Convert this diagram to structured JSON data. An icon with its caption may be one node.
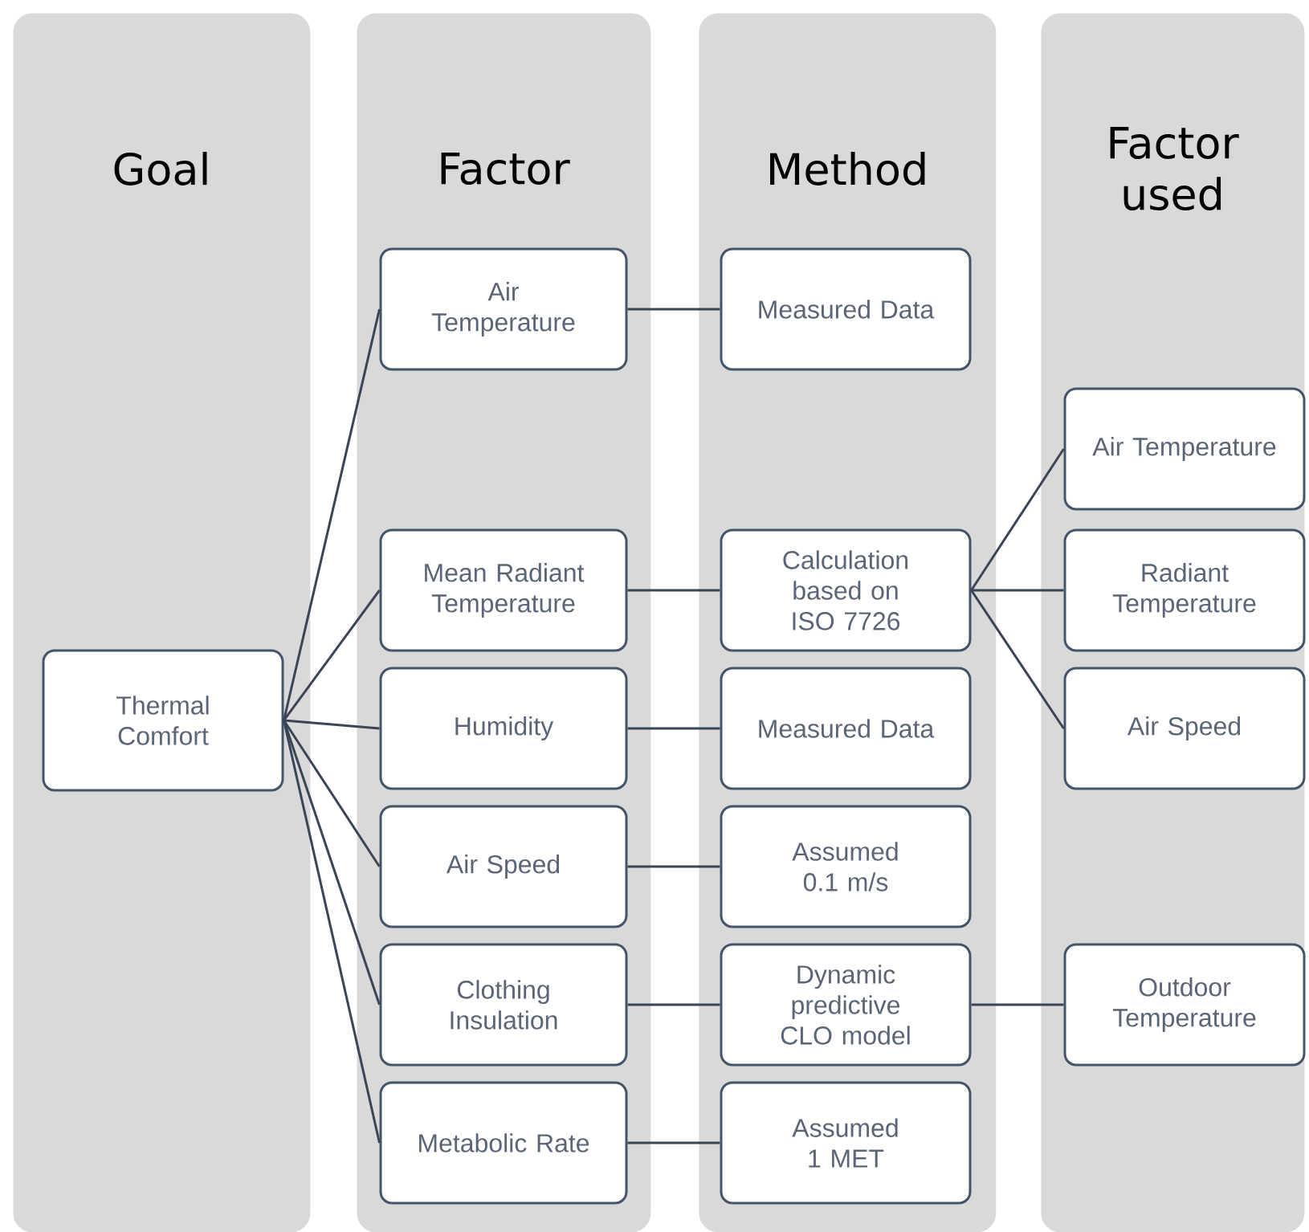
{
  "diagram": {
    "nodes": [
      {
        "text": [
          "Goal"
        ]
      },
      {
        "text": [
          "Factor"
        ]
      },
      {
        "text": [
          "Method"
        ]
      },
      {
        "text": [
          "Factor used"
        ]
      },
      {
        "text": [
          "Thermal Comfort"
        ],
        "in": 0
      },
      {
        "text": [
          "Air Temperature"
        ],
        "in": 1
      },
      {
        "text": [
          "Mean Radiant Temperature"
        ],
        "in": 1
      },
      {
        "text": [
          "Humidity"
        ],
        "in": 1
      },
      {
        "text": [
          "Air Speed"
        ],
        "in": 1
      },
      {
        "text": [
          "Clothing Insulation"
        ],
        "in": 1
      },
      {
        "text": [
          "Metabolic Rate"
        ],
        "in": 1
      },
      {
        "text": [
          "Measured Data"
        ],
        "in": 2
      },
      {
        "text": [
          "Calculation based on ISO 7726"
        ],
        "in": 2
      },
      {
        "text": [
          "Measured Data"
        ],
        "in": 2
      },
      {
        "text": [
          "Assumed 0.1 m/s"
        ],
        "in": 2
      },
      {
        "text": [
          "Dynamic predictive CLO model"
        ],
        "in": 2
      },
      {
        "text": [
          "Assumed 1 MET"
        ],
        "in": 2
      },
      {
        "text": [
          "Air Temperature"
        ],
        "in": 3
      },
      {
        "text": [
          "Radiant Temperature"
        ],
        "in": 3
      },
      {
        "text": [
          "Air Speed"
        ],
        "in": 3
      },
      {
        "text": [
          "Outdoor Temperature"
        ],
        "in": 3
      }
    ],
    "edges": [
      {
        "from": 4,
        "to": 5,
        "arrow": "none"
      },
      {
        "from": 4,
        "to": 6,
        "arrow": "none"
      },
      {
        "from": 4,
        "to": 7,
        "arrow": "none"
      },
      {
        "from": 4,
        "to": 8,
        "arrow": "none"
      },
      {
        "from": 4,
        "to": 9,
        "arrow": "none"
      },
      {
        "from": 4,
        "to": 10,
        "arrow": "none"
      },
      {
        "from": 5,
        "to": 11,
        "arrow": "none"
      },
      {
        "from": 6,
        "to": 12,
        "arrow": "none"
      },
      {
        "from": 7,
        "to": 13,
        "arrow": "none"
      },
      {
        "from": 8,
        "to": 14,
        "arrow": "none"
      },
      {
        "from": 9,
        "to": 15,
        "arrow": "none"
      },
      {
        "from": 10,
        "to": 16,
        "arrow": "none"
      },
      {
        "from": 12,
        "to": 17,
        "arrow": "none"
      },
      {
        "from": 12,
        "to": 18,
        "arrow": "none"
      },
      {
        "from": 12,
        "to": 19,
        "arrow": "none"
      },
      {
        "from": 15,
        "to": 20,
        "arrow": "none"
      }
    ]
  }
}
